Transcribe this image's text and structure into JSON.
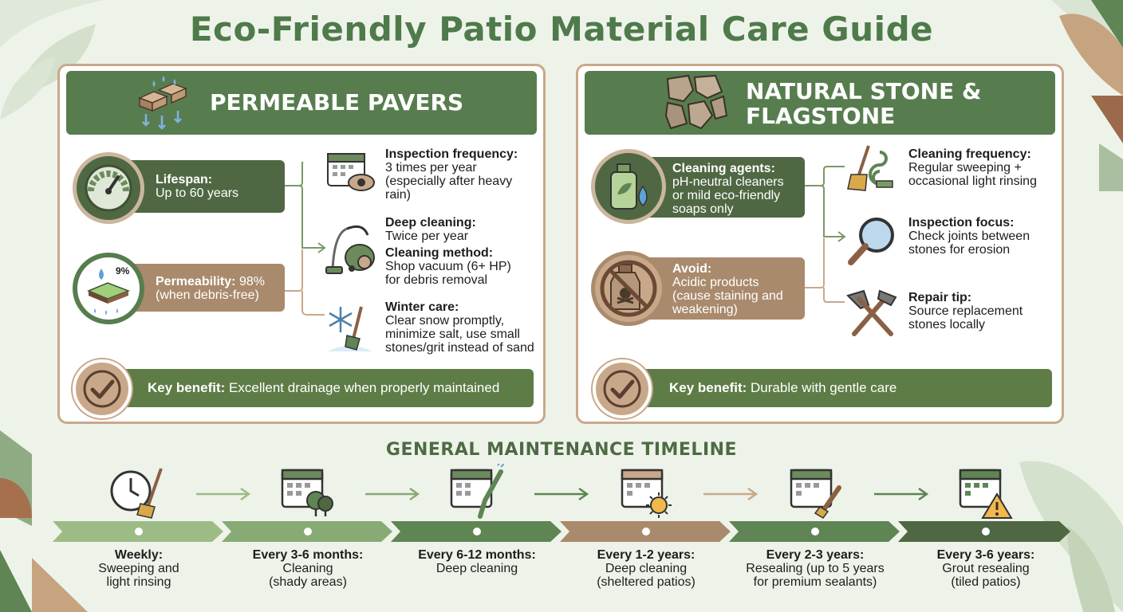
{
  "title": "Eco-Friendly Patio Material Care Guide",
  "colors": {
    "green_dark": "#577d4f",
    "green_mid": "#5e7c46",
    "tan": "#a98a6c",
    "border": "#c9a88a",
    "background": "#eef3ea"
  },
  "pavers": {
    "heading": "PERMEABLE PAVERS",
    "icon": "permeable-pavers-icon",
    "lifespan": {
      "label": "Lifespan:",
      "value": "Up to 60 years",
      "icon": "gauge-icon"
    },
    "permeability": {
      "label": "Permeability:",
      "value": "98%",
      "note": "(when debris-free)",
      "badge": "9%",
      "icon": "water-soil-icon"
    },
    "items": [
      {
        "title": "Inspection frequency:",
        "lines": [
          "3 times per year",
          "(especially after heavy",
          "rain)"
        ],
        "icon": "calendar-eye-icon"
      },
      {
        "title": "Deep cleaning:",
        "lines": [
          "Twice per year"
        ],
        "title2": "Cleaning method:",
        "lines2": [
          "Shop vacuum (6+ HP)",
          "for debris removal"
        ],
        "icon": "vacuum-icon"
      },
      {
        "title": "Winter care:",
        "lines": [
          "Clear snow promptly,",
          "minimize salt, use small",
          "stones/grit instead of sand"
        ],
        "icon": "snowflake-shovel-icon"
      }
    ],
    "benefit": {
      "label": "Key benefit:",
      "text": "Excellent drainage when properly maintained"
    }
  },
  "stone": {
    "heading_line1": "NATURAL STONE &",
    "heading_line2": "FLAGSTONE",
    "icon": "flagstone-icon",
    "agents": {
      "label": "Cleaning agents:",
      "lines": [
        "pH-neutral cleaners",
        "or mild eco-friendly",
        "soaps only"
      ],
      "icon": "eco-soap-icon"
    },
    "avoid": {
      "label": "Avoid:",
      "lines": [
        "Acidic products",
        "(cause staining and",
        "weakening)"
      ],
      "icon": "no-acid-icon"
    },
    "items": [
      {
        "title": "Cleaning frequency:",
        "lines": [
          "Regular sweeping +",
          "occasional light rinsing"
        ],
        "icon": "broom-hose-icon"
      },
      {
        "title": "Inspection focus:",
        "lines": [
          "Check joints between",
          "stones for erosion"
        ],
        "icon": "magnifier-icon"
      },
      {
        "title": "Repair tip:",
        "lines": [
          "Source replacement",
          "stones locally"
        ],
        "icon": "hammer-tools-icon"
      }
    ],
    "benefit": {
      "label": "Key benefit:",
      "text": "Durable with gentle care"
    }
  },
  "timeline": {
    "heading": "GENERAL MAINTENANCE TIMELINE",
    "steps": [
      {
        "title": "Weekly:",
        "lines": [
          "Sweeping and",
          "light rinsing"
        ],
        "icon": "clock-broom-icon"
      },
      {
        "title": "Every 3-6 months:",
        "lines": [
          "Cleaning",
          "(shady areas)"
        ],
        "icon": "calendar-trees-icon"
      },
      {
        "title": "Every 6-12 months:",
        "lines": [
          "Deep cleaning"
        ],
        "icon": "calendar-pressure-washer-icon"
      },
      {
        "title": "Every 1-2 years:",
        "lines": [
          "Deep cleaning",
          "(sheltered patios)"
        ],
        "icon": "calendar-sun-icon"
      },
      {
        "title": "Every 2-3 years:",
        "lines": [
          "Resealing (up to 5 years",
          "for premium sealants)"
        ],
        "icon": "calendar-brush-icon"
      },
      {
        "title": "Every 3-6 years:",
        "lines": [
          "Grout resealing",
          "(tiled patios)"
        ],
        "icon": "calendar-warning-icon"
      }
    ]
  }
}
